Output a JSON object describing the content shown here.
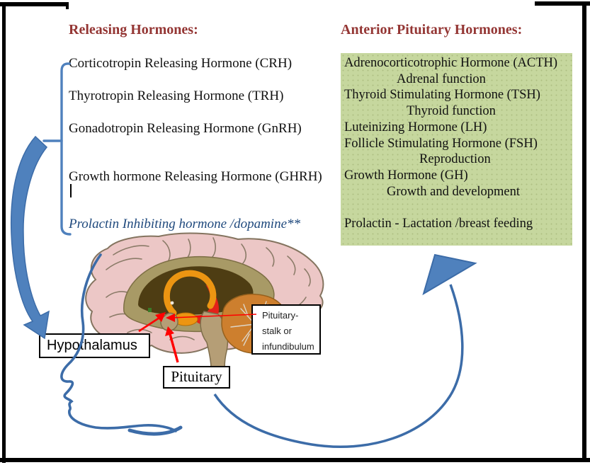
{
  "left_panel": {
    "title": "Releasing Hormones:",
    "items": [
      "Corticotropin Releasing Hormone (CRH)",
      "Thyrotropin Releasing Hormone (TRH)",
      "Gonadotropin Releasing Hormone (GnRH)",
      "Growth hormone Releasing Hormone (GHRH)"
    ],
    "inhibiting_note": "Prolactin Inhibiting hormone /dopamine**"
  },
  "right_panel": {
    "title": "Anterior Pituitary Hormones:",
    "lines": [
      {
        "text": "Adrenocorticotrophic Hormone (ACTH)"
      },
      {
        "text": "Adrenal function"
      },
      {
        "text": "Thyroid Stimulating Hormone (TSH)"
      },
      {
        "text": "Thyroid function"
      },
      {
        "text": "Luteinizing Hormone (LH)"
      },
      {
        "text": "Follicle Stimulating Hormone (FSH)"
      },
      {
        "text": "Reproduction"
      },
      {
        "text": "Growth Hormone (GH)"
      },
      {
        "text": "Growth and development"
      },
      {
        "text": ""
      },
      {
        "text": "Prolactin - Lactation /breast feeding"
      }
    ]
  },
  "brain_labels": {
    "hypothalamus": "Hypothalamus",
    "pituitary": "Pituitary",
    "stalk_line1": "Pituitary-",
    "stalk_line2": "stalk or",
    "stalk_line3": "infundibulum"
  },
  "colors": {
    "heading_red": "#943634",
    "green_box_bg": "#c6d79e",
    "arrow_blue": "#4f81bd",
    "inhibiting_text_blue": "#1f497d",
    "pointer_red": "#ff0000",
    "cortex_pink": "#ecc7c6",
    "cerebellum_orange": "#cd7f2e"
  }
}
